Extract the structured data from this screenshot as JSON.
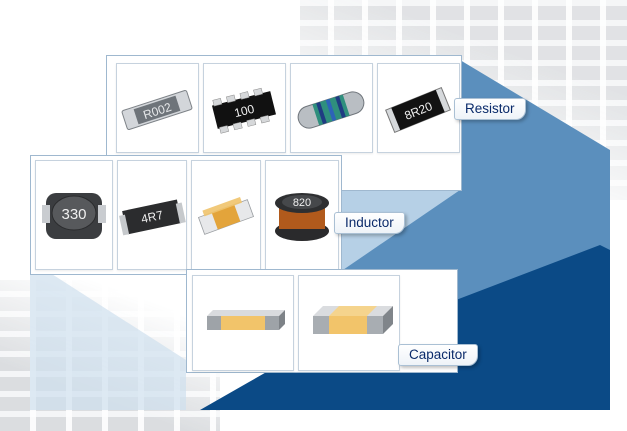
{
  "categories": {
    "resistor": {
      "label": "Resistor",
      "chips": [
        {
          "icon": "thin-film-resistor-icon",
          "marking": "R002"
        },
        {
          "icon": "resistor-array-icon",
          "marking": "100"
        },
        {
          "icon": "melf-resistor-icon",
          "marking": ""
        },
        {
          "icon": "chip-resistor-icon",
          "marking": "8R20"
        }
      ]
    },
    "inductor": {
      "label": "Inductor",
      "chips": [
        {
          "icon": "shielded-power-inductor-icon",
          "marking": "330"
        },
        {
          "icon": "molded-inductor-icon",
          "marking": "4R7"
        },
        {
          "icon": "chip-inductor-icon",
          "marking": ""
        },
        {
          "icon": "drum-core-inductor-icon",
          "marking": "820"
        }
      ]
    },
    "capacitor": {
      "label": "Capacitor",
      "chips": [
        {
          "icon": "mlcc-thin-capacitor-icon",
          "marking": ""
        },
        {
          "icon": "mlcc-capacitor-icon",
          "marking": ""
        }
      ]
    }
  },
  "colors": {
    "band_dark": "#0b4a86",
    "band_mid": "#5b8fbd",
    "band_light": "#a9c8e2",
    "label_text": "#0a2a6a",
    "panel_border": "#9fb8cf",
    "capacitor_body": "#f2c46a"
  }
}
